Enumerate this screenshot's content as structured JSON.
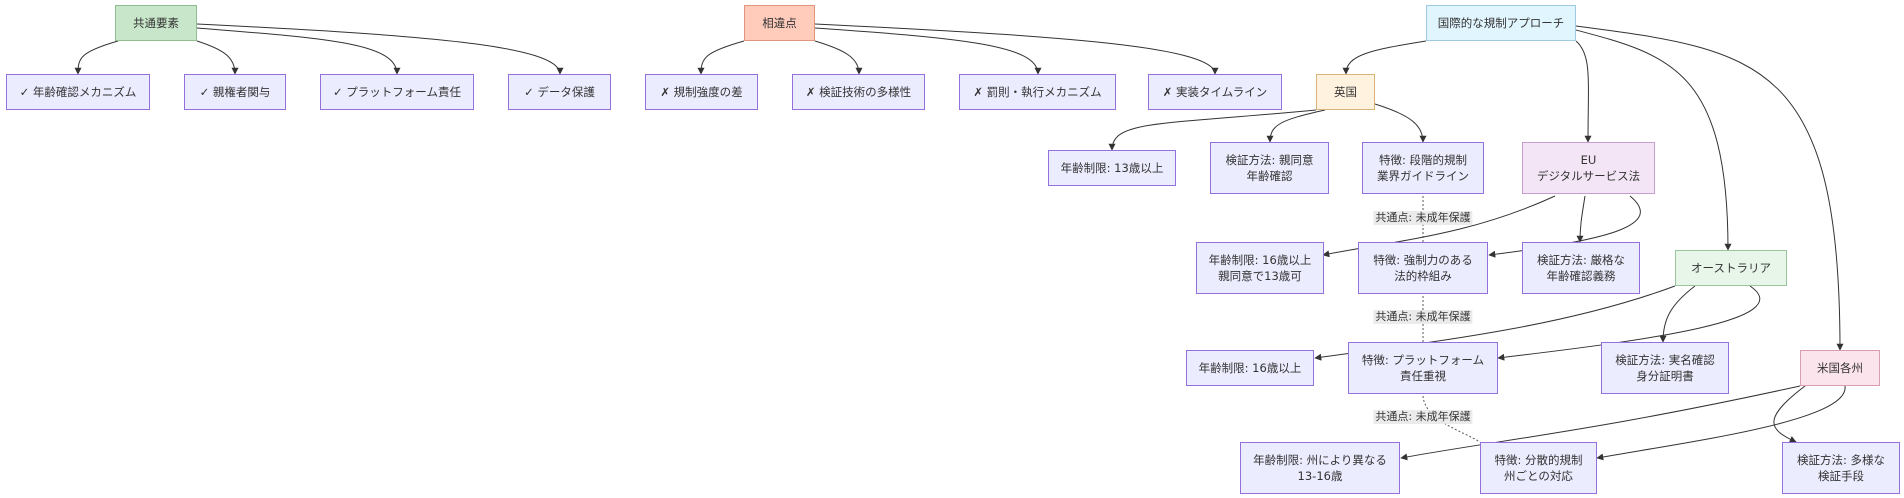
{
  "nodes": {
    "common": "共通要素",
    "diff": "相違点",
    "intl": "国際的な規制アプローチ",
    "c1": "✓ 年齢確認メカニズム",
    "c2": "✓ 親権者関与",
    "c3": "✓ プラットフォーム責任",
    "c4": "✓ データ保護",
    "d1": "✗ 規制強度の差",
    "d2": "✗ 検証技術の多様性",
    "d3": "✗ 罰則・執行メカニズム",
    "d4": "✗ 実装タイムライン",
    "uk": "英国",
    "uk_age": "年齢制限: 13歳以上",
    "uk_ver": "検証方法: 親同意\n年齢確認",
    "uk_feat": "特徴: 段階的規制\n業界ガイドライン",
    "eu": "EU\nデジタルサービス法",
    "eu_age": "年齢制限: 16歳以上\n親同意で13歳可",
    "eu_feat": "特徴: 強制力のある\n法的枠組み",
    "eu_ver": "検証方法: 厳格な\n年齢確認義務",
    "au": "オーストラリア",
    "au_age": "年齢制限: 16歳以上",
    "au_feat": "特徴: プラットフォーム\n責任重視",
    "au_ver": "検証方法: 実名確認\n身分証明書",
    "us": "米国各州",
    "us_age": "年齢制限: 州により異なる\n13-16歳",
    "us_feat": "特徴: 分散的規制\n州ごとの対応",
    "us_ver": "検証方法: 多様な\n検証手段"
  },
  "edge_labels": {
    "l1": "共通点: 未成年保護",
    "l2": "共通点: 未成年保護",
    "l3": "共通点: 未成年保護"
  },
  "colors": {
    "default_fill": "#ececff",
    "default_stroke": "#9370db",
    "common_fill": "#c8e6c9",
    "diff_fill": "#ffccbc",
    "intl_fill": "#e1f5fe",
    "uk_fill": "#fff3e0",
    "eu_fill": "#f3e5f5",
    "au_fill": "#e8f5e9",
    "us_fill": "#fce4ec",
    "edge": "#333333"
  }
}
